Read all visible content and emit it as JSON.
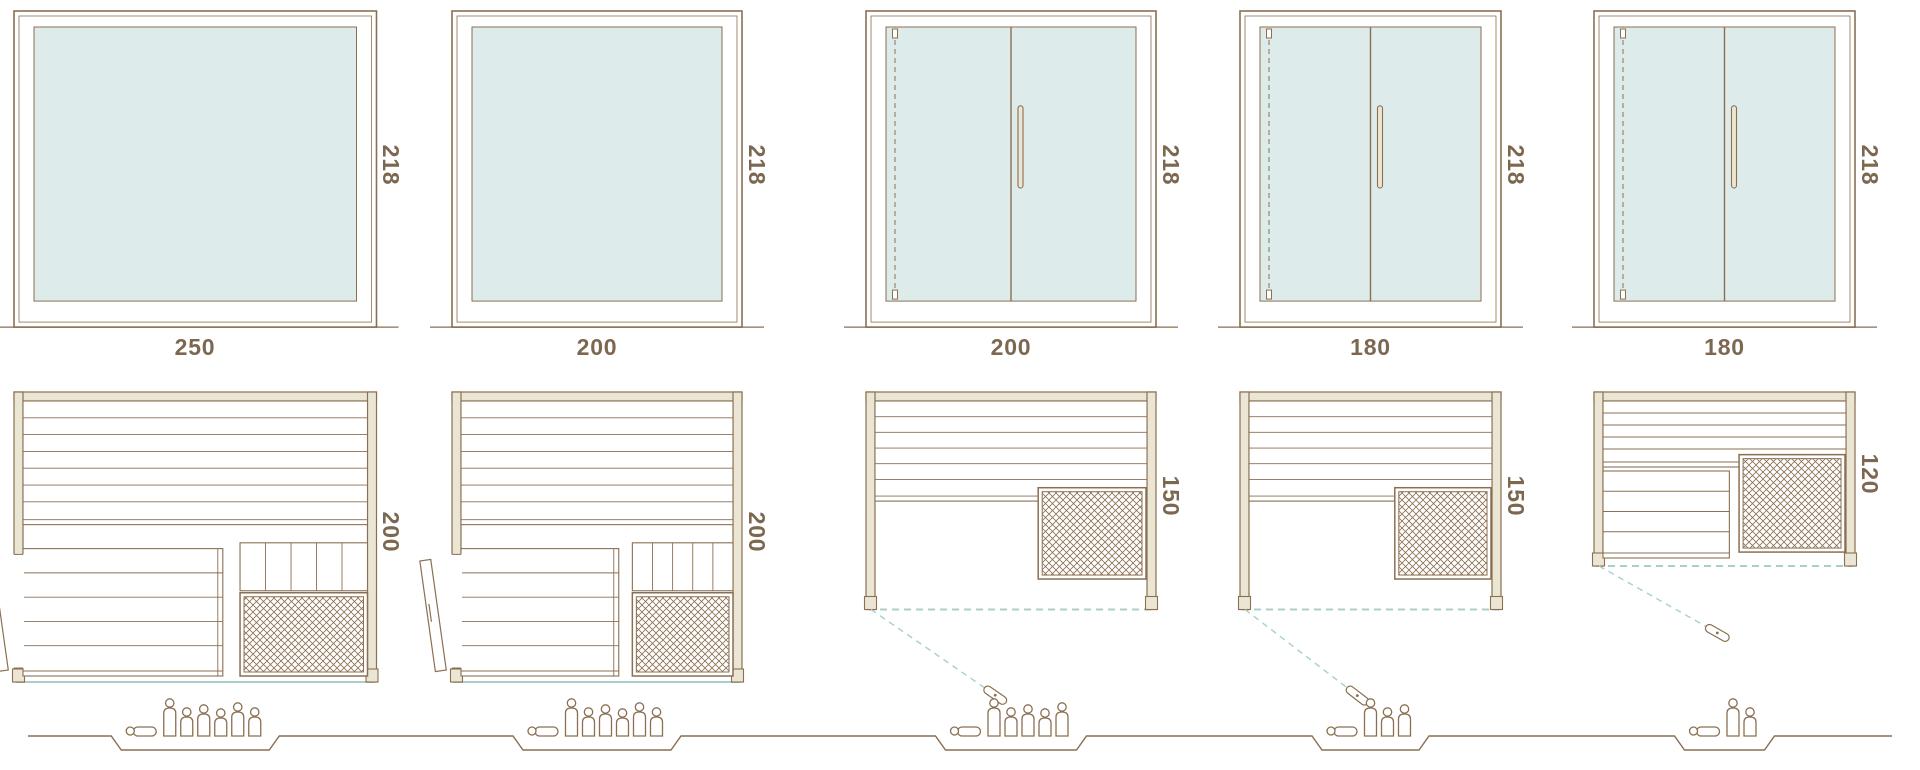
{
  "colors": {
    "line": "#8a6f52",
    "text": "#7c6850",
    "glass": "#ddecea",
    "wood": "#eae6d3",
    "blue": "#a9cfca",
    "white": "#ffffff"
  },
  "units": [
    {
      "name": "cabin-250x200",
      "width_label": "250",
      "height_label": "218",
      "depth_label": "200",
      "width_cm": 250,
      "depth_cm": 200,
      "height_cm": 218,
      "glass_panels": 1,
      "elevation_features": [
        "fixed-glass-front"
      ],
      "plan_type": "L",
      "plan_features": [
        "back-bench",
        "front-bench",
        "backrest",
        "heater",
        "hinged-door-left-open"
      ],
      "capacity_figures": {
        "reclining": 1,
        "standing": 6,
        "total": 7
      }
    },
    {
      "name": "cabin-200x200",
      "width_label": "200",
      "height_label": "218",
      "depth_label": "200",
      "width_cm": 200,
      "depth_cm": 200,
      "height_cm": 218,
      "glass_panels": 1,
      "elevation_features": [
        "fixed-glass-front"
      ],
      "plan_type": "L",
      "plan_features": [
        "back-bench",
        "front-bench",
        "backrest",
        "heater",
        "hinged-door-left-open"
      ],
      "capacity_figures": {
        "reclining": 1,
        "standing": 6,
        "total": 7
      }
    },
    {
      "name": "cabin-200x150",
      "width_label": "200",
      "height_label": "218",
      "depth_label": "150",
      "width_cm": 200,
      "depth_cm": 150,
      "height_cm": 218,
      "glass_panels": 2,
      "elevation_features": [
        "glass-double-door",
        "hinge-dash-line",
        "vertical-handle"
      ],
      "plan_type": "S",
      "plan_features": [
        "back-bench",
        "heater",
        "glass-door-swing"
      ],
      "capacity_figures": {
        "reclining": 1,
        "standing": 5,
        "total": 6
      }
    },
    {
      "name": "cabin-180x150",
      "width_label": "180",
      "height_label": "218",
      "depth_label": "150",
      "width_cm": 180,
      "depth_cm": 150,
      "height_cm": 218,
      "glass_panels": 2,
      "elevation_features": [
        "glass-double-door",
        "hinge-dash-line",
        "vertical-handle"
      ],
      "plan_type": "S",
      "plan_features": [
        "back-bench",
        "heater",
        "glass-door-swing"
      ],
      "capacity_figures": {
        "reclining": 1,
        "standing": 3,
        "total": 4
      }
    },
    {
      "name": "cabin-180x120",
      "width_label": "180",
      "height_label": "218",
      "depth_label": "120",
      "width_cm": 180,
      "depth_cm": 120,
      "height_cm": 218,
      "glass_panels": 2,
      "elevation_features": [
        "glass-double-door",
        "hinge-dash-line",
        "vertical-handle"
      ],
      "plan_type": "XS",
      "plan_features": [
        "back-bench",
        "front-bench",
        "heater",
        "glass-door-swing"
      ],
      "capacity_figures": {
        "reclining": 1,
        "standing": 2,
        "total": 3
      }
    }
  ]
}
